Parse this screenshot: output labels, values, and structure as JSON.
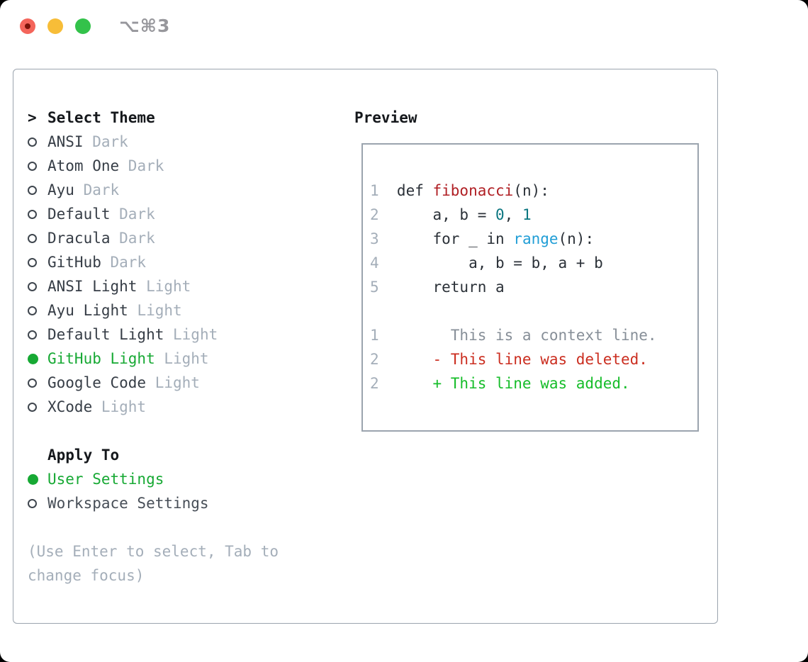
{
  "window": {
    "title": "⌥⌘3",
    "lights": [
      "close",
      "minimize",
      "zoom"
    ]
  },
  "panel": {
    "header_marker": ">",
    "header": "Select Theme",
    "themes": [
      {
        "name": "ANSI",
        "variant": "Dark",
        "state": "normal"
      },
      {
        "name": "Atom One",
        "variant": "Dark",
        "state": "normal"
      },
      {
        "name": "Ayu",
        "variant": "Dark",
        "state": "normal"
      },
      {
        "name": "Default",
        "variant": "Dark",
        "state": "normal"
      },
      {
        "name": "Dracula",
        "variant": "Dark",
        "state": "normal"
      },
      {
        "name": "GitHub",
        "variant": "Dark",
        "state": "normal"
      },
      {
        "name": "ANSI Light",
        "variant": "Light",
        "state": "normal"
      },
      {
        "name": "Ayu Light",
        "variant": "Light",
        "state": "normal"
      },
      {
        "name": "Default Light",
        "variant": "Light",
        "state": "normal"
      },
      {
        "name": "GitHub Light",
        "variant": "Light",
        "state": "selected"
      },
      {
        "name": "Google Code",
        "variant": "Light",
        "state": "normal"
      },
      {
        "name": "XCode",
        "variant": "Light",
        "state": "normal"
      }
    ],
    "apply_header": "Apply To",
    "apply_options": [
      {
        "label": "User Settings",
        "state": "selected"
      },
      {
        "label": "Workspace Settings",
        "state": "normal"
      }
    ],
    "hint": "(Use Enter to select, Tab to change focus)"
  },
  "preview": {
    "header": "Preview",
    "lines": [
      {
        "num": "1",
        "tokens": [
          {
            "t": "def ",
            "c": "fg"
          },
          {
            "t": "fibonacci",
            "c": "red"
          },
          {
            "t": "(n):",
            "c": "fg"
          }
        ]
      },
      {
        "num": "2",
        "tokens": [
          {
            "t": "    a, b = ",
            "c": "fg"
          },
          {
            "t": "0",
            "c": "teal"
          },
          {
            "t": ", ",
            "c": "fg"
          },
          {
            "t": "1",
            "c": "teal"
          }
        ]
      },
      {
        "num": "3",
        "tokens": [
          {
            "t": "    for _ in ",
            "c": "fg"
          },
          {
            "t": "range",
            "c": "blue"
          },
          {
            "t": "(n):",
            "c": "fg"
          }
        ]
      },
      {
        "num": "4",
        "tokens": [
          {
            "t": "        a, b = b, a + b",
            "c": "fg"
          }
        ]
      },
      {
        "num": "5",
        "tokens": [
          {
            "t": "    return a",
            "c": "fg"
          }
        ]
      },
      {
        "num": "",
        "tokens": []
      },
      {
        "num": "1",
        "tokens": [
          {
            "t": "      This is a context line.",
            "c": "ctx"
          }
        ]
      },
      {
        "num": "2",
        "tokens": [
          {
            "t": "    - This line was deleted.",
            "c": "del"
          }
        ]
      },
      {
        "num": "2",
        "tokens": [
          {
            "t": "    + This line was added.",
            "c": "add"
          }
        ]
      }
    ]
  },
  "palette": {
    "accent_green": "#17a934",
    "added_green": "#16bd2a",
    "deleted_red": "#cb2e20",
    "function_red": "#b01f24",
    "number_teal": "#0b7680",
    "builtin_blue": "#219ed6",
    "muted_gray": "#a4aeb9",
    "border_gray": "#9ba4ae",
    "text_dark": "#2b3138",
    "traffic_red": "#f4655b",
    "traffic_yellow": "#f7bd38",
    "traffic_green": "#33c24a"
  }
}
